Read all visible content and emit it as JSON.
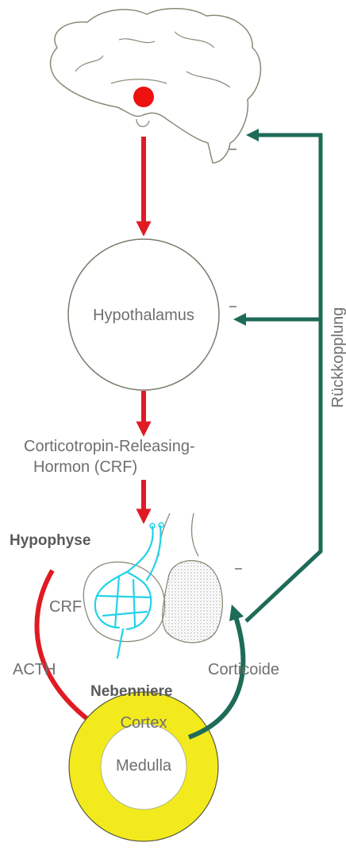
{
  "labels": {
    "hypothalamus": "Hypothalamus",
    "crf_line1": "Corticotropin-Releasing-",
    "crf_line2": "Hormon (CRF)",
    "hypophyse": "Hypophyse",
    "crf_short": "CRF",
    "acth": "ACTH",
    "nebenniere": "Nebenniere",
    "corticoide": "Corticoide",
    "cortex": "Cortex",
    "medulla": "Medulla",
    "rueckkopplung": "Rückkopplung",
    "minus": "–"
  },
  "colors": {
    "stimulation_arrow": "#e01b24",
    "feedback_arrow": "#1e6b57",
    "brain_spot": "#ee1111",
    "cortex_ring": "#f2ea1c",
    "vessels": "#22d3e8",
    "outline": "#8a8a78"
  }
}
